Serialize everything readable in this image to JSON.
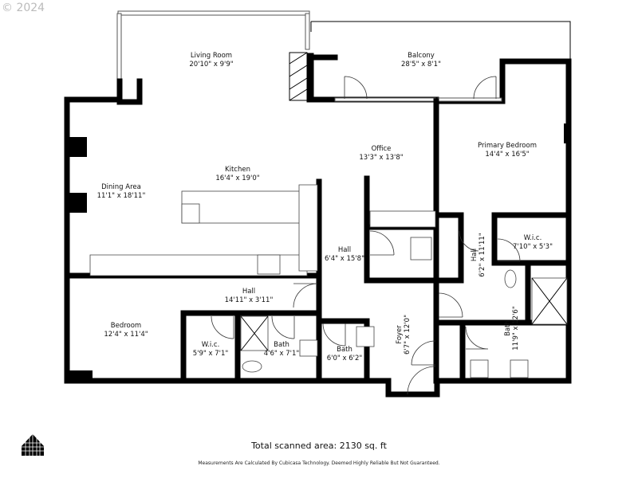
{
  "copyright": "© 2024",
  "rooms": {
    "living": {
      "name": "Living Room",
      "dims": "20'10\" x 9'9\""
    },
    "balcony": {
      "name": "Balcony",
      "dims": "28'5\" x 8'1\""
    },
    "office": {
      "name": "Office",
      "dims": "13'3\" x 13'8\""
    },
    "primary": {
      "name": "Primary Bedroom",
      "dims": "14'4\" x 16'5\""
    },
    "kitchen": {
      "name": "Kitchen",
      "dims": "16'4\" x 19'0\""
    },
    "dining": {
      "name": "Dining Area",
      "dims": "11'1\" x 18'11\""
    },
    "hall1": {
      "name": "Hall",
      "dims": "6'4\" x 15'8\""
    },
    "hall2": {
      "name": "Hall",
      "dims": "6'2\" x 11'11\""
    },
    "wic1": {
      "name": "W.i.c.",
      "dims": "7'10\" x 5'3\""
    },
    "hall3": {
      "name": "Hall",
      "dims": "14'11\" x 3'11\""
    },
    "bedroom": {
      "name": "Bedroom",
      "dims": "12'4\" x 11'4\""
    },
    "wic2": {
      "name": "W.i.c.",
      "dims": "5'9\" x 7'1\""
    },
    "bath1": {
      "name": "Bath",
      "dims": "4'6\" x 7'1\""
    },
    "bath2": {
      "name": "Bath",
      "dims": "6'0\" x 6'2\""
    },
    "foyer": {
      "name": "Foyer",
      "dims": "6'7\" x 12'0\""
    },
    "bath3": {
      "name": "Bath",
      "dims": "11'9\" x 12'6\""
    }
  },
  "footer": {
    "total": "Total scanned area: 2130 sq. ft",
    "disclaimer": "Measurements Are Calculated By Cubicasa Technology. Deemed Highly Reliable But Not Guaranteed."
  }
}
